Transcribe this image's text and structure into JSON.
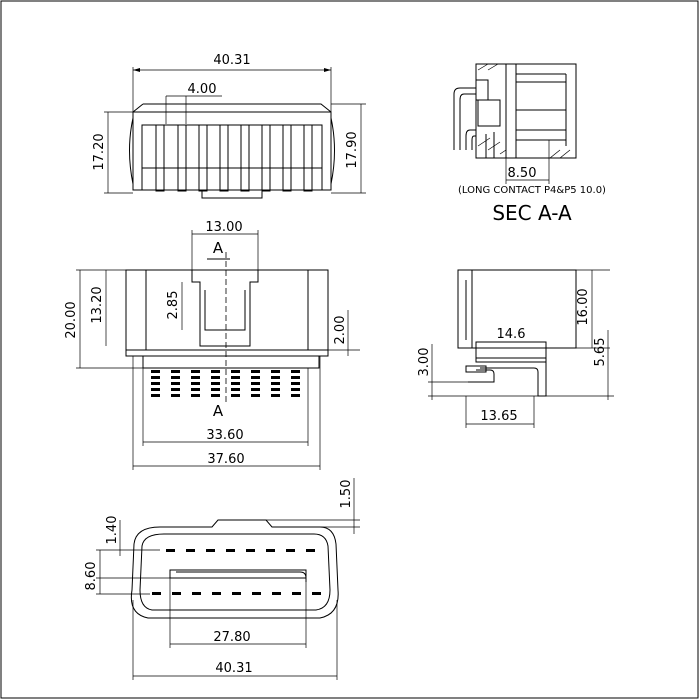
{
  "dimensions": {
    "top_width": "40.31",
    "top_pitch": "4.00",
    "top_left_height": "17.20",
    "top_right_height": "17.90",
    "sec_a_a_depth": "8.50",
    "front_slot_width": "13.00",
    "front_height": "20.00",
    "front_inner_height": "13.20",
    "front_slot_depth": "2.85",
    "front_standoff": "2.00",
    "front_pin_span": "33.60",
    "front_body_width": "37.60",
    "side_height": "16.00",
    "side_board_width": "14.6",
    "side_pin_offset": "5.65",
    "side_pin_bend": "3.00",
    "side_pin_span": "13.65",
    "bottom_top_gap": "1.50",
    "bottom_step": "1.40",
    "bottom_height": "8.60",
    "bottom_inner_width": "27.80",
    "bottom_width": "40.31"
  },
  "labels": {
    "contact_note": "(LONG CONTACT P4&P5 10.0)",
    "section_title": "SEC  A-A",
    "section_mark_top": "A",
    "section_mark_bottom": "A"
  }
}
